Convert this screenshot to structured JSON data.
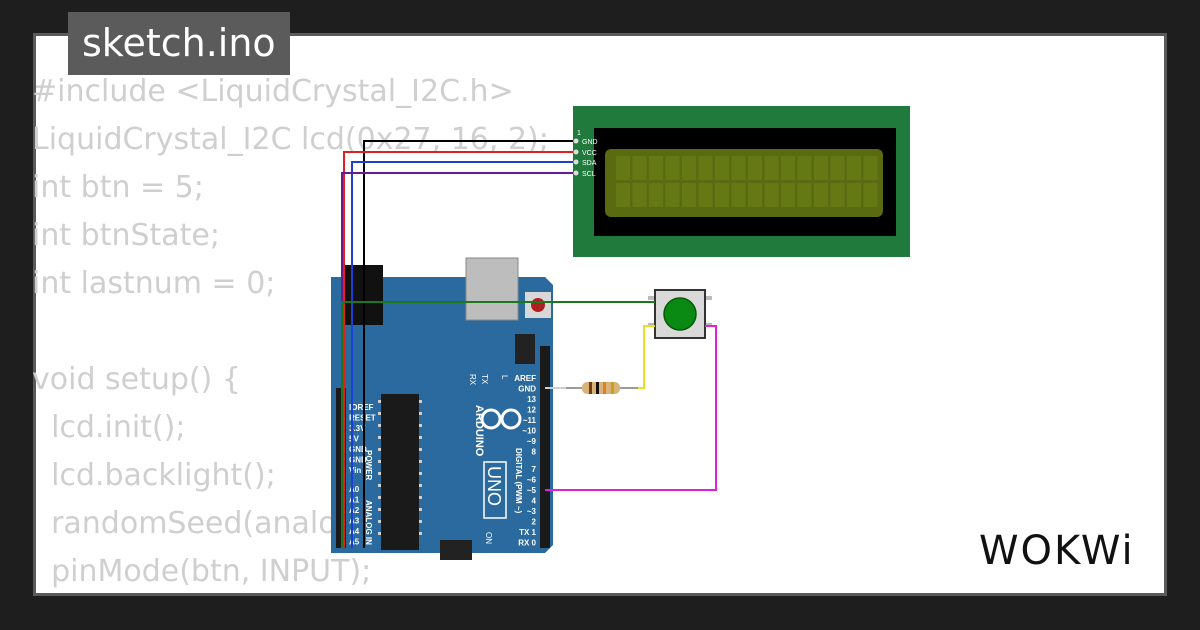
{
  "header": {
    "file_name": "sketch.ino"
  },
  "code_lines": [
    "#include <LiquidCrystal_I2C.h>",
    "LiquidCrystal_I2C lcd(0x27, 16, 2);",
    "int btn = 5;",
    "int btnState;",
    "int lastnum = 0;",
    "",
    "void setup() {",
    "  lcd.init();",
    "  lcd.backlight();",
    "  randomSeed(analogRead(0));",
    "  pinMode(btn, INPUT);"
  ],
  "lcd": {
    "pins": [
      "GND",
      "VCC",
      "SDA",
      "SCL"
    ],
    "pin1_label": "1"
  },
  "arduino": {
    "brand": "ARDUINO",
    "model": "UNO",
    "on_label": "ON",
    "tx_label": "TX",
    "rx_label": "RX",
    "l_label": "L",
    "power_header": "POWER",
    "analog_header": "ANALOG IN",
    "digital_header": "DIGITAL (PWM ~)",
    "power_pins": [
      "IOREF",
      "RESET",
      "3.3V",
      "5V",
      "GND",
      "GND",
      "Vin"
    ],
    "analog_pins": [
      "A0",
      "A1",
      "A2",
      "A3",
      "A4",
      "A5"
    ],
    "digital_top": [
      "AREF",
      "GND",
      "13",
      "12",
      "~11",
      "~10",
      "~9",
      "8"
    ],
    "digital_bottom": [
      "7",
      "~6",
      "~5",
      "4",
      "~3",
      "2",
      "TX 1",
      "RX 0"
    ]
  },
  "logo": {
    "text": "WOKWi"
  },
  "colors": {
    "background": "#1e1e1e",
    "card": "#ffffff",
    "code_text": "#cfcfcf",
    "title_tab": "#5b5b5b",
    "lcd_board": "#1f7a3c",
    "lcd_screen": "#5a6a10",
    "arduino_board": "#2b6a9e",
    "wire_gnd": "#000000",
    "wire_vcc": "#e02020",
    "wire_sda": "#1a3ed6",
    "wire_scl": "#6a1a8c",
    "wire_button": "#1a7a1a",
    "wire_resistor": "#e8e020",
    "wire_pin5": "#e020e0"
  }
}
